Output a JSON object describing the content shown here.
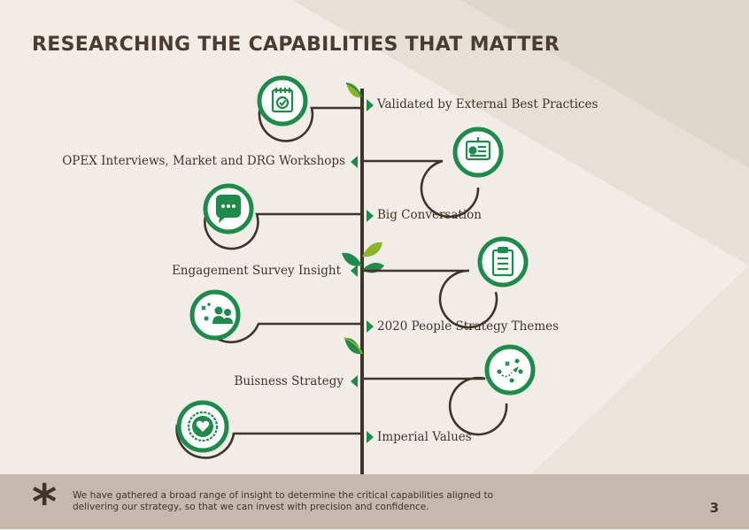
{
  "title": "RESEARCHING THE CAPABILITIES THAT MATTER",
  "colors": {
    "green": "#1e8a4b",
    "lime": "#8ab526",
    "brown": "#3e342c",
    "footer": "#c4b9ac"
  },
  "steps": [
    {
      "label": "Validated by External Best Practices",
      "icon": "notepad-check-icon"
    },
    {
      "label": "OPEX Interviews, Market and DRG Workshops",
      "icon": "presentation-board-icon"
    },
    {
      "label": "Big Conversation",
      "icon": "chat-bubble-icon"
    },
    {
      "label": "Engagement Survey Insight",
      "icon": "clipboard-list-icon"
    },
    {
      "label": "2020 People Strategy Themes",
      "icon": "people-strategy-icon"
    },
    {
      "label": "Buisness Strategy",
      "icon": "strategy-play-icon"
    },
    {
      "label": "Imperial Values",
      "icon": "heart-badge-icon"
    }
  ],
  "footer": {
    "text": "We have gathered a broad range of insight to determine the critical capabilities aligned to delivering our strategy, so that we can invest with precision and confidence.",
    "page_number": "3"
  }
}
